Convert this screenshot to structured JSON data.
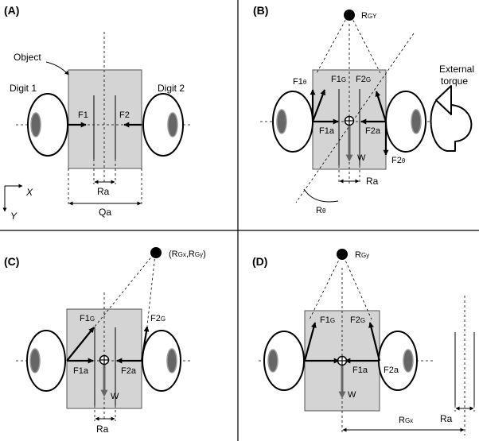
{
  "panels": {
    "a": {
      "label": "(A)",
      "object": "Object",
      "digit1": "Digit 1",
      "digit2": "Digit 2",
      "f1": "F1",
      "f2": "F2",
      "ra": "Ra",
      "qa": "Qa",
      "axis_x": "X",
      "axis_y": "Y"
    },
    "b": {
      "label": "(B)",
      "rgy": "R",
      "rgy_sub": "GY",
      "f1theta": "F1",
      "f1theta_sub": "θ",
      "f1g": "F1",
      "f1g_sub": "G",
      "f2g": "F2",
      "f2g_sub": "G",
      "f1a": "F1a",
      "f2a": "F2a",
      "w": "W",
      "f2theta": "F2",
      "f2theta_sub": "θ",
      "ra": "Ra",
      "rtheta": "R",
      "rtheta_sub": "θ",
      "ext_line1": "External",
      "ext_line2": "torque"
    },
    "c": {
      "label": "(C)",
      "rgxy": "(R",
      "rgxy_sub1": "Gx",
      "rgxy_mid": ",R",
      "rgxy_sub2": "Gy",
      "rgxy_end": ")",
      "f1g": "F1",
      "f1g_sub": "G",
      "f2g": "F2",
      "f2g_sub": "G",
      "f1a": "F1a",
      "f2a": "F2a",
      "w": "W",
      "ra": "Ra"
    },
    "d": {
      "label": "(D)",
      "rgy": "R",
      "rgy_sub": "Gy",
      "f1g": "F1",
      "f1g_sub": "G",
      "f2g": "F2",
      "f2g_sub": "G",
      "f1a": "F1a",
      "f2a": "F2a",
      "w": "W",
      "ra": "Ra",
      "rgx": "R",
      "rgx_sub": "Gx"
    }
  }
}
